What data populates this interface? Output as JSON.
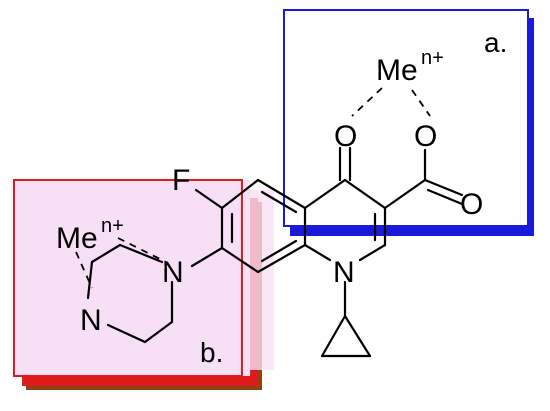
{
  "regions": {
    "a": {
      "label": "a.",
      "color": "#1a1adb"
    },
    "b": {
      "label": "b.",
      "color": "#e01b1b",
      "fill": "#f7e0f5",
      "shadow": "#8b4513"
    }
  },
  "metal_label": {
    "symbol": "Me",
    "charge": "n+"
  },
  "atoms": {
    "fluorine": "F",
    "nitrogen": "N",
    "oxygen": "O"
  }
}
